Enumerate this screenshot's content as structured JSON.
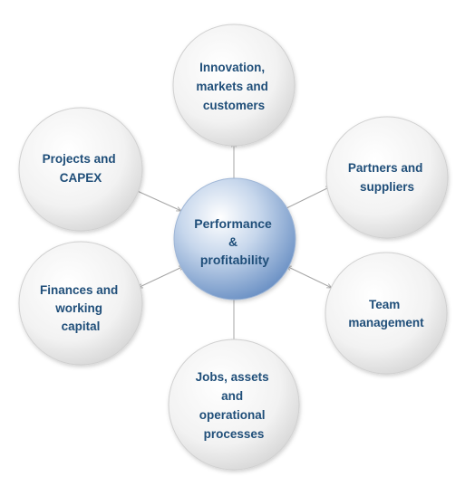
{
  "center": {
    "lines": [
      "Performance",
      "&",
      "profitability"
    ]
  },
  "nodes": [
    {
      "id": "innovation",
      "lines": [
        "Innovation,",
        "markets and",
        "customers"
      ]
    },
    {
      "id": "partners",
      "lines": [
        "Partners and",
        "suppliers"
      ]
    },
    {
      "id": "team",
      "lines": [
        "Team",
        "management"
      ]
    },
    {
      "id": "jobs",
      "lines": [
        "Jobs, assets",
        "and",
        "operational",
        "processes"
      ]
    },
    {
      "id": "finances",
      "lines": [
        "Finances and",
        "working",
        "capital"
      ]
    },
    {
      "id": "projects",
      "lines": [
        "Projects and",
        "CAPEX"
      ]
    }
  ],
  "colors": {
    "text": "#1f4e79",
    "center_fill_light": "#ffffff",
    "center_fill_dark": "#6f94c6",
    "outer_fill_light": "#ffffff",
    "outer_fill_dark": "#d9d9d9",
    "connector": "#a6a6a6"
  }
}
